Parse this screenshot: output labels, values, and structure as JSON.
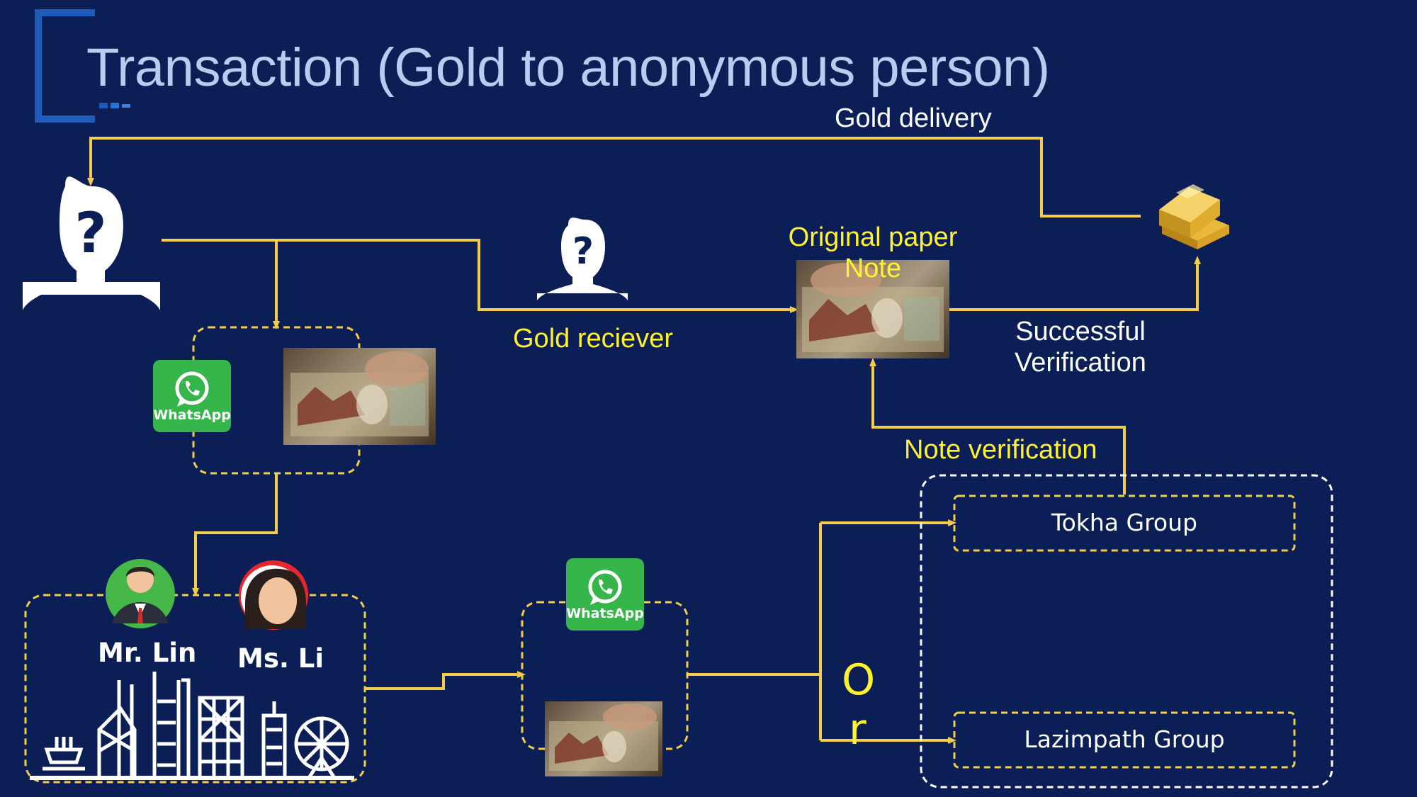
{
  "slide": {
    "title": "Transaction (Gold to anonymous person)"
  },
  "labels": {
    "gold_delivery": "Gold delivery",
    "gold_receiver": "Gold reciever",
    "original_note_line1": "Original paper",
    "original_note_line2": "Note",
    "successful_verification_line1": "Successful",
    "successful_verification_line2": "Verification",
    "note_verification": "Note verification",
    "or_line1": "O",
    "or_line2": "r"
  },
  "people": {
    "mr_lin": "Mr. Lin",
    "ms_li": "Ms. Li"
  },
  "groups": {
    "tokha": "Tokha Group",
    "lazimpath": "Lazimpath Group"
  },
  "apps": {
    "whatsapp_label": "WhatsApp"
  },
  "colors": {
    "background": "#0b1f56",
    "flow_line": "#f2cc4a",
    "label_yellow": "#fff22e",
    "title": "#b8ccf0",
    "whatsapp_green": "#35b54a",
    "dashed_white": "#ffffff"
  },
  "icons": {
    "anonymous_sender": "anonymous-person-icon",
    "anonymous_receiver": "anonymous-person-icon",
    "gold": "gold-bars-icon",
    "whatsapp": "whatsapp-icon",
    "skyline": "hong-kong-skyline-icon"
  }
}
